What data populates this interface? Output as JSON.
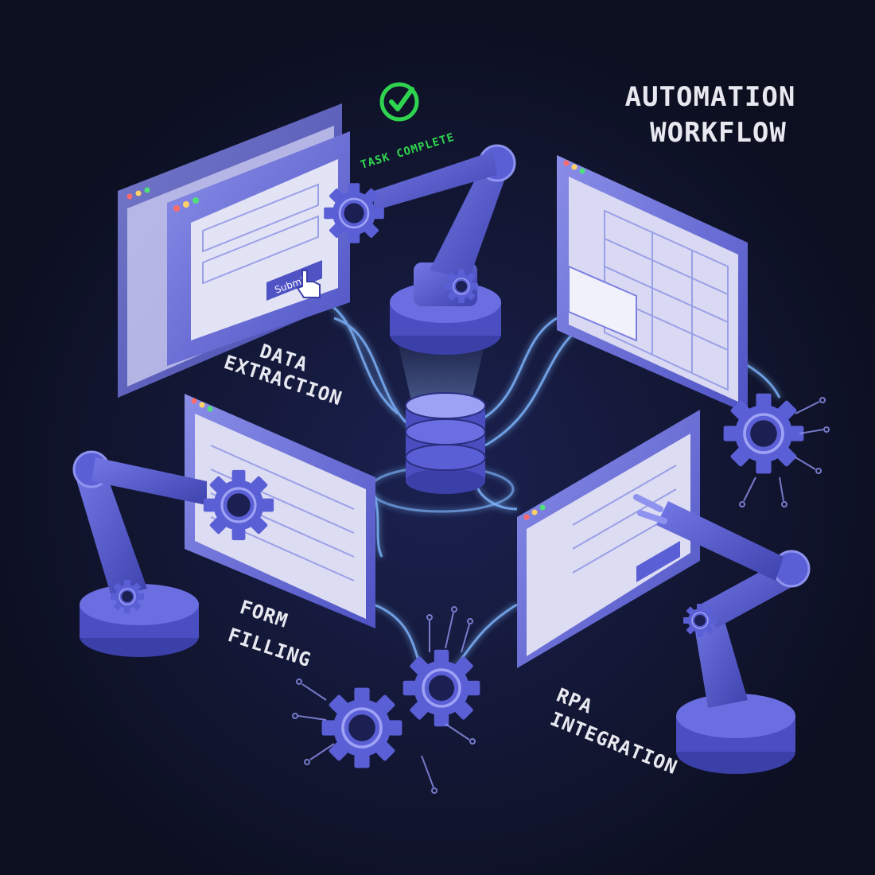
{
  "title": {
    "line1": "AUTOMATION",
    "line2": "WORKFLOW"
  },
  "badge": {
    "text": "TASK COMPLETE",
    "icon": "check-circle-icon",
    "color": "#2fd34f"
  },
  "labels": {
    "data_extraction": {
      "line1": "DATA",
      "line2": "EXTRACTION"
    },
    "form_filling": {
      "line1": "FORM",
      "line2": "FILLING"
    },
    "rpa_integration": {
      "line1": "RPA",
      "line2": "INTEGRATION"
    }
  },
  "submit_button": {
    "label": "Submit"
  },
  "colors": {
    "background": "#0c0f1f",
    "primary": "#5a5fd6",
    "primary_dark": "#3b3fa8",
    "primary_light": "#8f93ef",
    "screen": "#dcdcf3",
    "glow": "#7fb7ff",
    "label": "#e8e8f0"
  }
}
